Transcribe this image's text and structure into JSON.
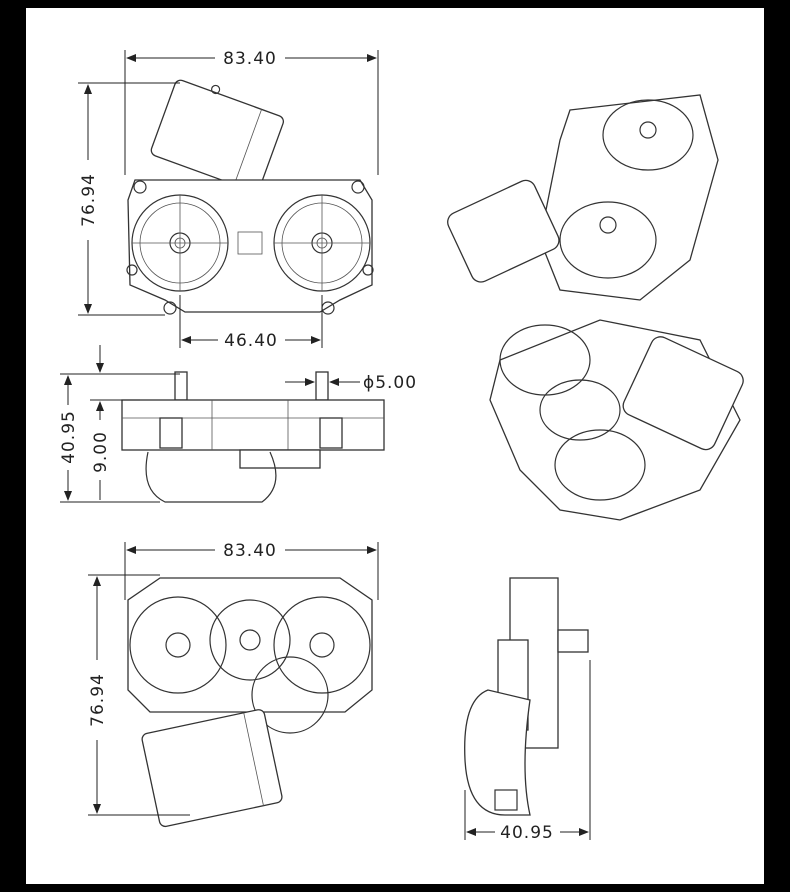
{
  "dimensions": {
    "front_width": "83.40",
    "front_height": "76.94",
    "gear_spacing": "46.40",
    "shaft_diameter": "ϕ5.00",
    "side_height": "40.95",
    "side_offset": "9.00",
    "rear_width": "83.40",
    "rear_height": "76.94",
    "right_depth": "40.95"
  }
}
